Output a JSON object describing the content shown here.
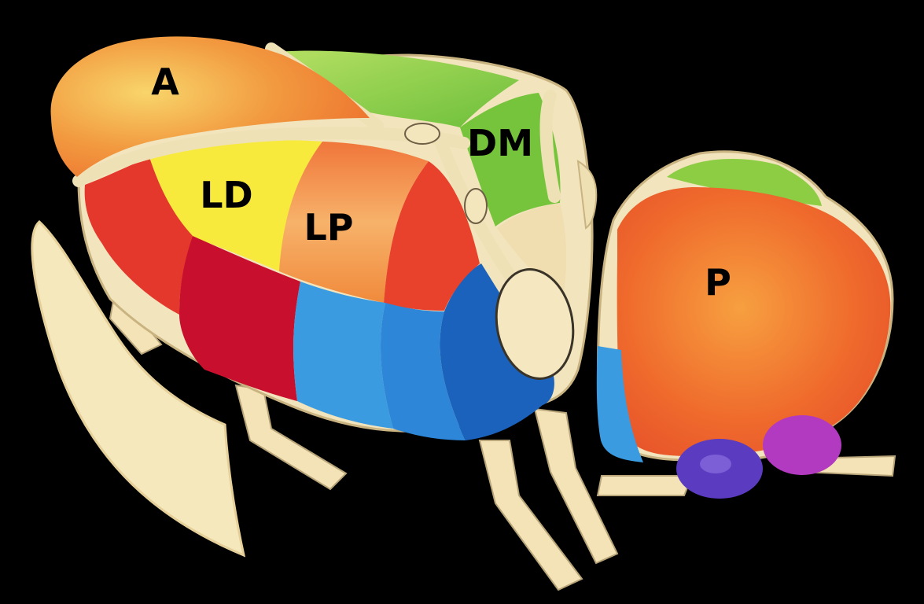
{
  "labels": {
    "a": "A",
    "ld": "LD",
    "lp": "LP",
    "dm": "DM",
    "p": "P"
  },
  "colors": {
    "background": "#000000",
    "cream": "#f3e6bf",
    "orange": "#ee7a34",
    "orange_light": "#f6a44c",
    "yellow": "#f6ec3e",
    "red": "#e53a28",
    "crimson": "#c8102e",
    "blue_light": "#3a9ae0",
    "blue": "#1f7ad0",
    "blue_dark": "#1256b0",
    "green": "#7fca3e",
    "green_light": "#a6d65a",
    "purple": "#5b3bc0",
    "magenta": "#b23ac0"
  }
}
